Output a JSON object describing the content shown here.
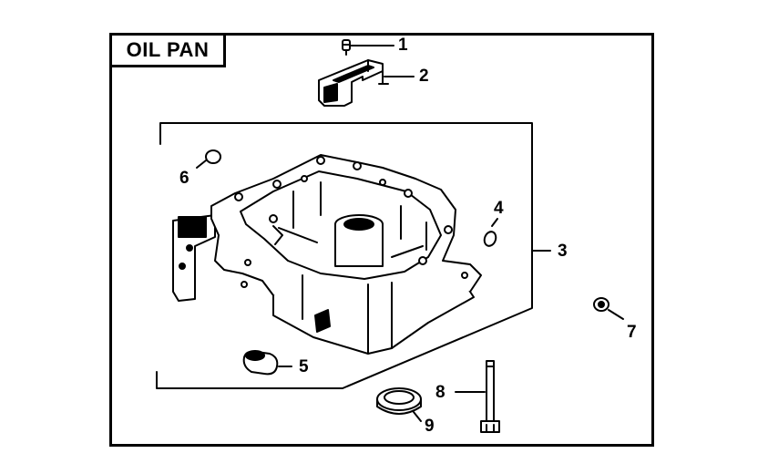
{
  "diagram": {
    "title": "OIL PAN",
    "callouts": [
      {
        "id": "1",
        "label": "1",
        "part": "screw"
      },
      {
        "id": "2",
        "label": "2",
        "part": "bracket"
      },
      {
        "id": "3",
        "label": "3",
        "part": "oil-pan-assembly"
      },
      {
        "id": "4",
        "label": "4",
        "part": "plug"
      },
      {
        "id": "5",
        "label": "5",
        "part": "seal"
      },
      {
        "id": "6",
        "label": "6",
        "part": "plug"
      },
      {
        "id": "7",
        "label": "7",
        "part": "drain-plug"
      },
      {
        "id": "8",
        "label": "8",
        "part": "bolt"
      },
      {
        "id": "9",
        "label": "9",
        "part": "oil-seal"
      }
    ]
  },
  "colors": {
    "line": "#000000",
    "background": "#ffffff"
  }
}
